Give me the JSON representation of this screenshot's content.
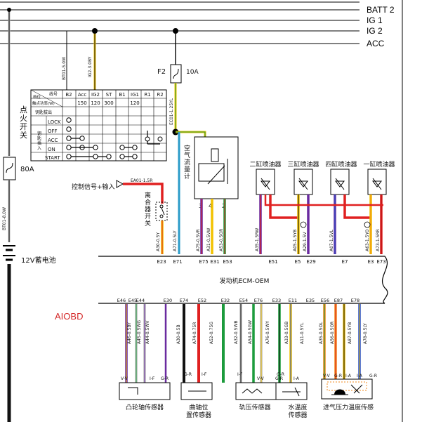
{
  "bus_lines": [
    "BATT 2",
    "IG 1",
    "IG 2",
    "ACC"
  ],
  "main_wires": {
    "bt_upper": "BT01-5.0W",
    "ig2_wire": "IG2-3.0BY",
    "bt_lower": "BT01-8.0W",
    "ec_wire": "EC01-1.25YL"
  },
  "fuse": {
    "name": "F2",
    "rating": "10A"
  },
  "main_fuse": "80A",
  "battery": "12V蓄电池",
  "ignition_switch": {
    "title": "点火开关",
    "header_terminal": "线号",
    "header_position": "档位",
    "header_power": "触点功率(W)",
    "header_key": "钥匙拔出",
    "side_label": "钥匙插入",
    "columns": [
      "B2",
      "Acc",
      "IG2",
      "ST",
      "B1",
      "IG1",
      "R1",
      "R2"
    ],
    "power": [
      "",
      "150",
      "120",
      "300",
      "",
      "120",
      "",
      ""
    ],
    "positions": [
      "LOCK",
      "OFF",
      "ACC",
      "ON",
      "START"
    ]
  },
  "airflow_meter": "空气流量计",
  "airflow_pins": [
    "3",
    "4",
    "2"
  ],
  "injectors": [
    "二缸喷油器",
    "三缸喷油器",
    "四缸喷油器",
    "一缸喷油器"
  ],
  "control_signal": "控制信号+输入",
  "ea_wire": "EA01-1.5R",
  "clutch_switch": "离合器开关",
  "ecm_label": "发动机ECM-OEM",
  "aiobd": "AIOBD",
  "top_wires": [
    "A30-0.5Y",
    "A71-0.5LY",
    "A75-0.5VR",
    "A31-0.5VW",
    "A53-0.5GR",
    "A35-1.5RW",
    "A05-1.5YB",
    "A29-1.5V",
    "A07-1.5VL",
    "A63-1.5YO",
    "A73-1.5RR"
  ],
  "top_pins": [
    "E23",
    "E71",
    "E75",
    "E31",
    "E53",
    "E51",
    "E5",
    "E29",
    "E7",
    "E3",
    "E73"
  ],
  "bottom_pins": [
    "E46",
    "E45",
    "E44",
    "E30",
    "E74",
    "E52",
    "E32",
    "E54",
    "E76",
    "E33",
    "E11",
    "E35",
    "E56",
    "E87",
    "E78"
  ],
  "bottom_wires": [
    "A46-0.5BY",
    "A45-0.5WG",
    "A44-0.5WV",
    "A30-0.5B",
    "A74-0.75R",
    "A52-0.75G",
    "A32-0.5WB",
    "A54-0.5GW",
    "A76-0.5WY",
    "A33-0.5GB",
    "A11-0.5YL",
    "A35-0.5OL",
    "A56-0.5OR",
    "A87-0.5YB",
    "A78-0.5LY"
  ],
  "sensor_pins": {
    "cam": [
      "V-V",
      "I-F",
      "G-R"
    ],
    "crank": [
      "G-R",
      "I-F"
    ],
    "rail": [
      "I-F",
      "V-V",
      "G-R"
    ],
    "coolant": [
      "I-A",
      "G-R"
    ],
    "intake": [
      "V-V",
      "G-R",
      "I-A",
      "I-A",
      "G-R"
    ]
  },
  "sensors": [
    "凸轮轴传感器",
    "曲轴位置传感器",
    "轨压传感器",
    "水温度传感器",
    "进气压力温度传感"
  ],
  "colors": {
    "black": "#111111",
    "red": "#e02020",
    "yellow": "#f2c200",
    "green": "#1c9b3c",
    "purple": "#6a2aa0",
    "blue": "#2a52c8",
    "orange": "#f08a1c",
    "white_wire": "#bbbbbb"
  }
}
